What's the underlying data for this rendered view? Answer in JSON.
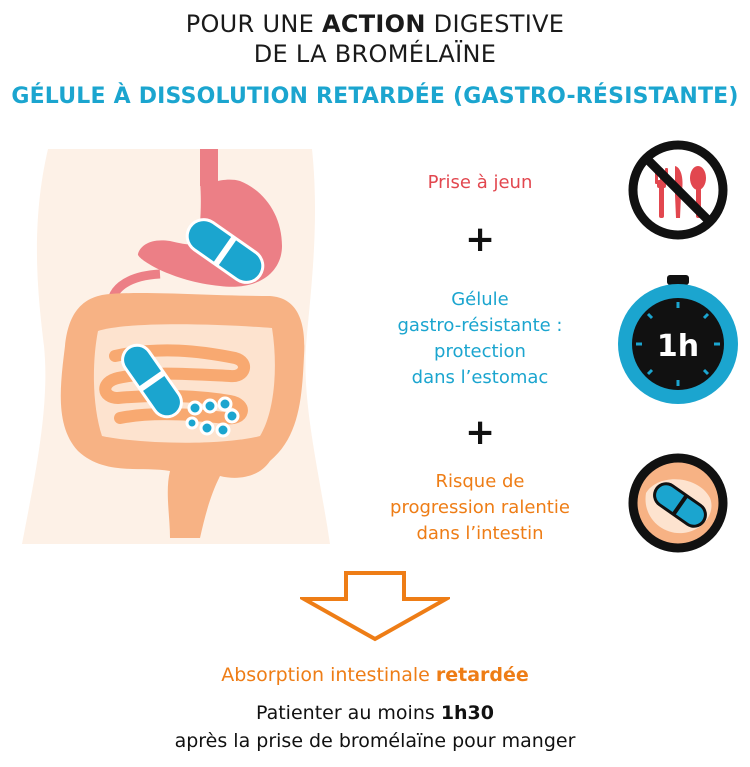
{
  "header": {
    "line1_pre": "POUR UNE ",
    "line1_bold": "ACTION",
    "line1_post": " DIGESTIVE",
    "line2": "DE LA BROMÉLAÏNE",
    "subtitle": "GÉLULE À DISSOLUTION RETARDÉE (GASTRO-RÉSISTANTE)"
  },
  "steps": [
    {
      "lines": [
        "Prise à jeun"
      ],
      "icon": "no-food-icon"
    },
    {
      "lines": [
        "Gélule",
        "gastro-résistante :",
        "protection",
        "dans l’estomac"
      ],
      "icon": "stopwatch-icon",
      "icon_text": "1h"
    },
    {
      "lines": [
        "Risque de",
        "progression ralentie",
        "dans l’intestin"
      ],
      "icon": "capsule-in-intestine-icon"
    }
  ],
  "plus": "+",
  "result": {
    "pre": "Absorption intestinale ",
    "bold": "retardée"
  },
  "advice": {
    "pre": "Patienter au moins ",
    "bold": "1h30",
    "line2": "après la prise de bromélaïne pour manger"
  },
  "colors": {
    "title": "#1a1a1a",
    "subtitle": "#1ba5cf",
    "red": "#e2474f",
    "blue": "#1ba5cf",
    "orange": "#ee7d16",
    "stomach": "#ec7f86",
    "intestine": "#f7b284",
    "skin": "#fdf1e7"
  }
}
